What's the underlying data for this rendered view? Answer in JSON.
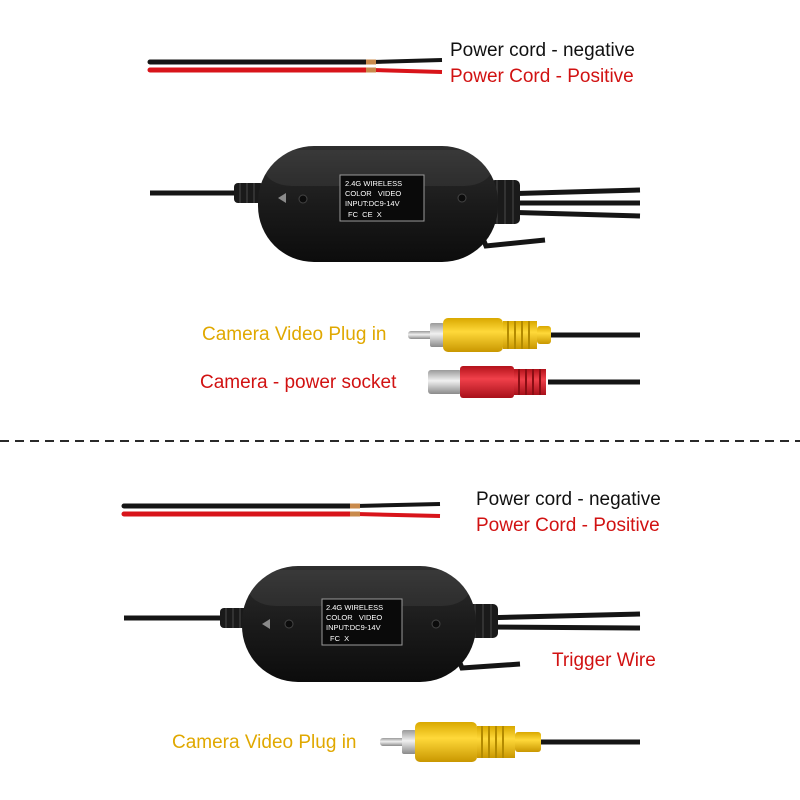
{
  "top_panel": {
    "power_negative_label": "Power cord - negative",
    "power_positive_label": "Power Cord - Positive",
    "module_label": {
      "line1": "2.4G WIRELESS",
      "line2": "COLOR   VIDEO",
      "line3": "INPUT:DC9-14V",
      "line4": "FC  CE  X"
    },
    "video_plug_label": "Camera Video Plug in",
    "power_socket_label": "Camera - power socket"
  },
  "bottom_panel": {
    "power_negative_label": "Power cord - negative",
    "power_positive_label": "Power Cord - Positive",
    "module_label": {
      "line1": "2.4G WIRELESS",
      "line2": "COLOR   VIDEO",
      "line3": "INPUT:DC9-14V",
      "line4": "FC  X"
    },
    "trigger_label": "Trigger Wire",
    "video_plug_label": "Camera Video Plug in"
  },
  "colors": {
    "wire_black": "#151515",
    "wire_red": "#d8141a",
    "copper": "#c98a4b",
    "plug_yellow": "#f2c418",
    "plug_red": "#d8202a",
    "metal": "#c9c9c9",
    "label_black": "#111111",
    "label_red": "#d11212",
    "label_yellow": "#e0a800"
  }
}
